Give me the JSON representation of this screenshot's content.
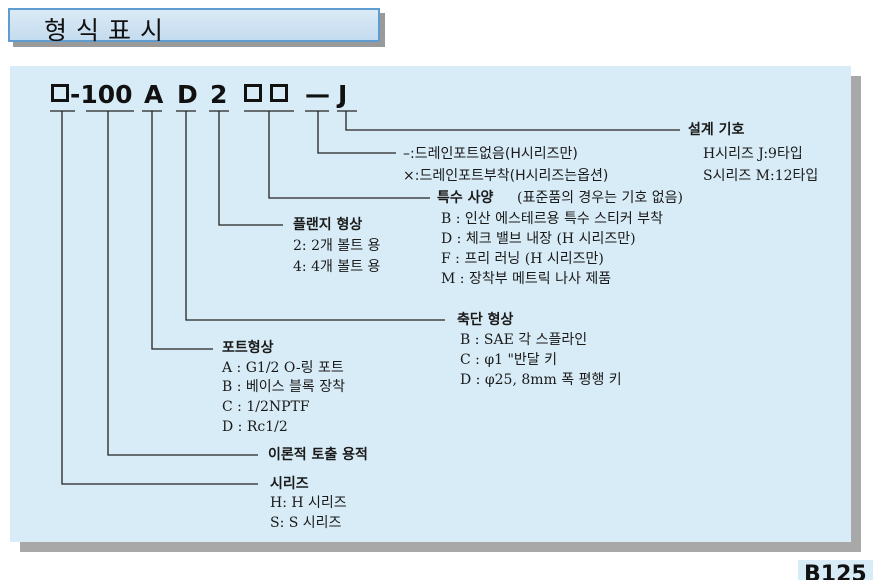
{
  "title": "형식표시",
  "code": {
    "prefix": "-100",
    "a": "A",
    "d": "D",
    "two": "2",
    "dash": "—",
    "j": "J"
  },
  "sections": {
    "design": {
      "heading": "설계 기호",
      "lines": [
        "H시리즈 J:9타입",
        "S시리즈 M:12타입"
      ]
    },
    "drain": {
      "none": "–:드레인포트없음(H시리즈만)",
      "attached": "×:드레인포트부착(H시리즈는옵션)"
    },
    "special": {
      "heading": "특수 사양",
      "note": "(표준품의 경우는 기호 없음)",
      "lines": [
        "B : 인산 에스테르용 특수 스티커 부착",
        "D : 체크 밸브 내장 (H 시리즈만)",
        "F : 프리 러닝 (H 시리즈만)",
        "M : 장착부 메트릭 나사 제품"
      ]
    },
    "flange": {
      "heading": "플랜지 형상",
      "lines": [
        "2: 2개 볼트 용",
        "4: 4개 볼트 용"
      ]
    },
    "shaft": {
      "heading": "축단 형상",
      "lines": [
        "B : SAE 각 스플라인",
        "C : φ1 \"반달 키",
        "D : φ25, 8mm 폭 평행 키"
      ]
    },
    "port": {
      "heading": "포트형상",
      "lines": [
        "A : G1/2 O-링 포트",
        "B : 베이스 블록 장착",
        "C : 1/2NPTF",
        "D : Rc1/2"
      ]
    },
    "displacement": {
      "heading": "이론적 토출 용적"
    },
    "series": {
      "heading": "시리즈",
      "lines": [
        "H: H 시리즈",
        "S: S 시리즈"
      ]
    }
  },
  "page_number": "B125"
}
